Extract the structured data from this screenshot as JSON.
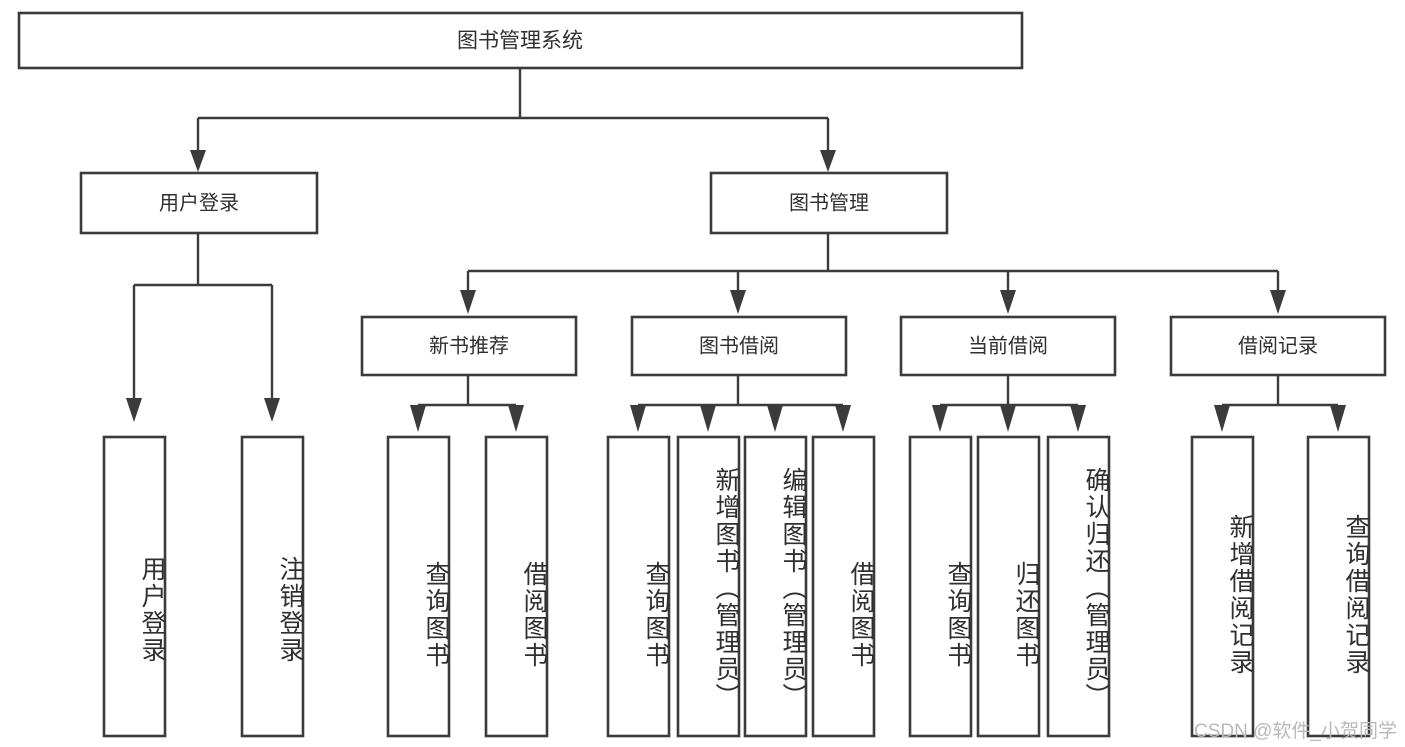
{
  "diagram": {
    "title": "图书管理系统",
    "type": "tree-hierarchy-diagram",
    "colors": {
      "box_stroke": "#3b3b3b",
      "box_fill": "#ffffff",
      "edge": "#3b3b3b",
      "text": "#2f2f2f",
      "background": "#ffffff",
      "watermark": "#b9b9b9"
    },
    "root": {
      "label": "图书管理系统"
    },
    "level2": [
      {
        "label": "用户登录"
      },
      {
        "label": "图书管理"
      }
    ],
    "level3": [
      {
        "label": "新书推荐"
      },
      {
        "label": "图书借阅"
      },
      {
        "label": "当前借阅"
      },
      {
        "label": "借阅记录"
      }
    ],
    "leaves": {
      "user_login": [
        {
          "label": "用户登录"
        },
        {
          "label": "注销登录"
        }
      ],
      "new_book_recommend": [
        {
          "label": "查询图书"
        },
        {
          "label": "借阅图书"
        }
      ],
      "book_borrow": [
        {
          "label": "查询图书"
        },
        {
          "label": "新增图书（管理员）"
        },
        {
          "label": "编辑图书（管理员）"
        },
        {
          "label": "借阅图书"
        }
      ],
      "current_borrow": [
        {
          "label": "查询图书"
        },
        {
          "label": "归还图书"
        },
        {
          "label": "确认归还（管理员）"
        }
      ],
      "borrow_record": [
        {
          "label": "新增借阅记录"
        },
        {
          "label": "查询借阅记录"
        }
      ]
    }
  },
  "watermark": {
    "text": "CSDN @软件_小贺同学"
  }
}
